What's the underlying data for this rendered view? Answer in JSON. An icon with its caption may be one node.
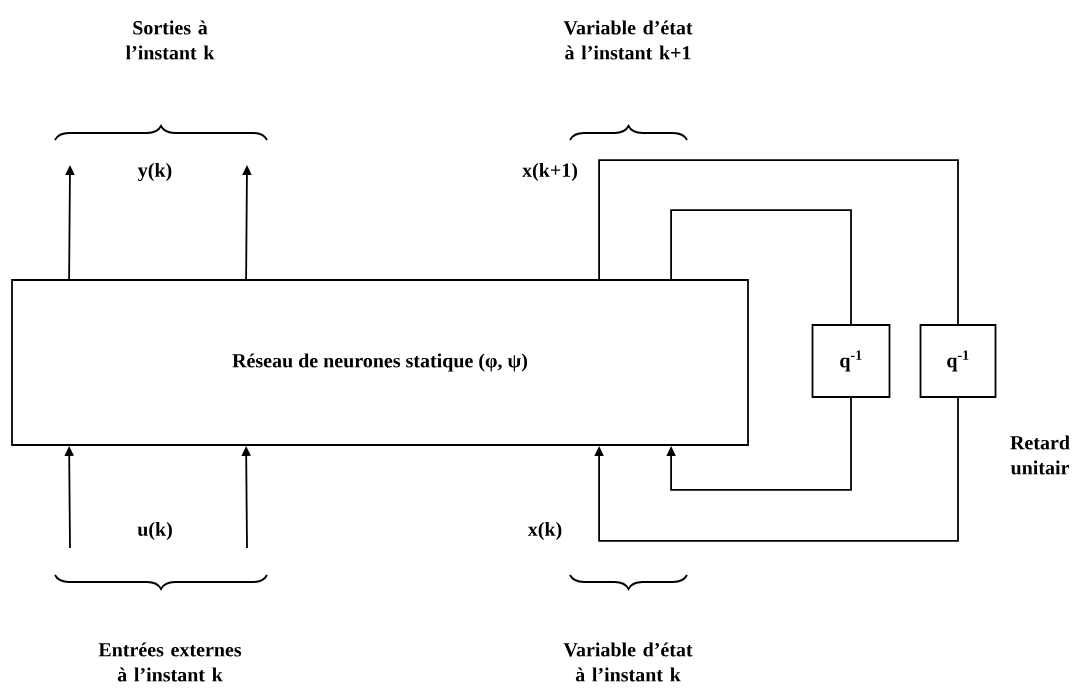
{
  "diagram": {
    "nodes": [
      {
        "text": [
          "Réseau de neurones statique (φ, ψ)"
        ]
      },
      {
        "text": [
          "q$^{-1}$"
        ]
      },
      {
        "text": [
          "q$^{-1}$"
        ]
      }
    ],
    "edges": [
      {
        "from": 0,
        "to": null,
        "arrow": "to"
      },
      {
        "from": 0,
        "to": null,
        "arrow": "to"
      },
      {
        "from": null,
        "to": 0,
        "arrow": "to"
      },
      {
        "from": null,
        "to": 0,
        "arrow": "to"
      },
      {
        "from": 0,
        "to": 2,
        "arrow": "none"
      },
      {
        "from": 0,
        "to": 1,
        "arrow": "none"
      },
      {
        "from": 1,
        "to": 0,
        "arrow": "to"
      },
      {
        "from": 2,
        "to": 0,
        "arrow": "to"
      }
    ],
    "labels": [
      "Sorties à l’instant k",
      "Variable d’état à l’instant k+1",
      "y(k)",
      "x(k+1)",
      "Retard unitair",
      "u(k)",
      "x(k)",
      "Entrées externes à l’instant k",
      "Variable d’état à l’instant k"
    ]
  }
}
